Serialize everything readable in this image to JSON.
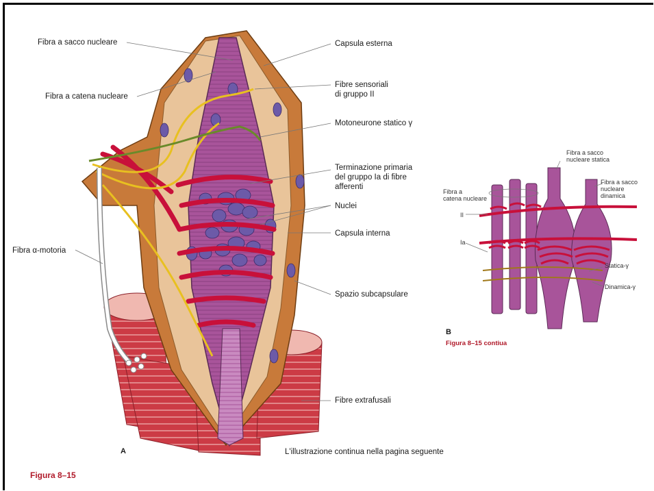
{
  "panelA": {
    "letter": "A",
    "labels": {
      "fibra_sacco": "Fibra a sacco nucleare",
      "fibra_catena": "Fibra a catena nucleare",
      "capsula_esterna": "Capsula esterna",
      "fibre_sensoriali": "Fibre sensoriali\ndi gruppo II",
      "motoneurone": "Motoneurone statico γ",
      "terminazione": "Terminazione primaria\ndel gruppo Ia di fibre\nafferenti",
      "nuclei": "Nuclei",
      "capsula_interna": "Capsula interna",
      "fibra_alpha": "Fibra α-motoria",
      "spazio": "Spazio subcapsulare",
      "fibre_extra": "Fibre extrafusali",
      "continua_note": "L'illustrazione continua nella pagina seguente"
    },
    "caption": "Figura 8–15"
  },
  "panelB": {
    "letter": "B",
    "labels": {
      "sacco_statica": "Fibra a sacco\nnucleare statica",
      "sacco_dinamica": "Fibra a sacco\nnucleare\ndinamica",
      "catena": "Fibra a\ncatena nucleare",
      "ii": "II",
      "ia": "Ia",
      "statica": "Statica-γ",
      "dinamica": "Dinamica-γ"
    },
    "caption": "Figura 8–15 contiua"
  },
  "colors": {
    "extrafusal": "#cc3b45",
    "capsule": "#c87a3a",
    "intrafusal": "#a8549a",
    "nuclei": "#6c5aa8",
    "afferent": "#c8103a",
    "sensory_ii": "#e8c020",
    "gamma": "#6a8a2a",
    "caption": "#b01a2a"
  }
}
